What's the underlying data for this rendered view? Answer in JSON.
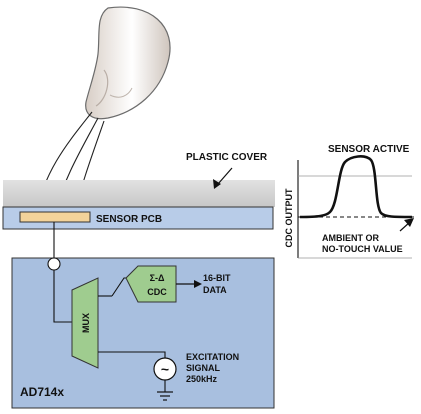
{
  "labels": {
    "plastic_cover": "PLASTIC COVER",
    "sensor_pcb": "SENSOR PCB",
    "sensor_active": "SENSOR ACTIVE",
    "cdc_output": "CDC OUTPUT",
    "ambient_line1": "AMBIENT OR",
    "ambient_line2": "NO-TOUCH VALUE",
    "sigma_delta": "Σ-Δ",
    "cdc": "CDC",
    "data_line1": "16-BIT",
    "data_line2": "DATA",
    "mux": "MUX",
    "excitation_line1": "EXCITATION",
    "excitation_line2": "SIGNAL",
    "excitation_freq": "250kHz",
    "chip_name": "AD714x",
    "source_symbol": "~"
  },
  "colors": {
    "chip_fill": "#a8bfdf",
    "pcb_fill": "#b8cce8",
    "cover_fill": "#d2d2d2",
    "mux_fill": "#9fcc8f",
    "electrode_fill": "#f3d39a",
    "skin": "#e6ddd6"
  }
}
